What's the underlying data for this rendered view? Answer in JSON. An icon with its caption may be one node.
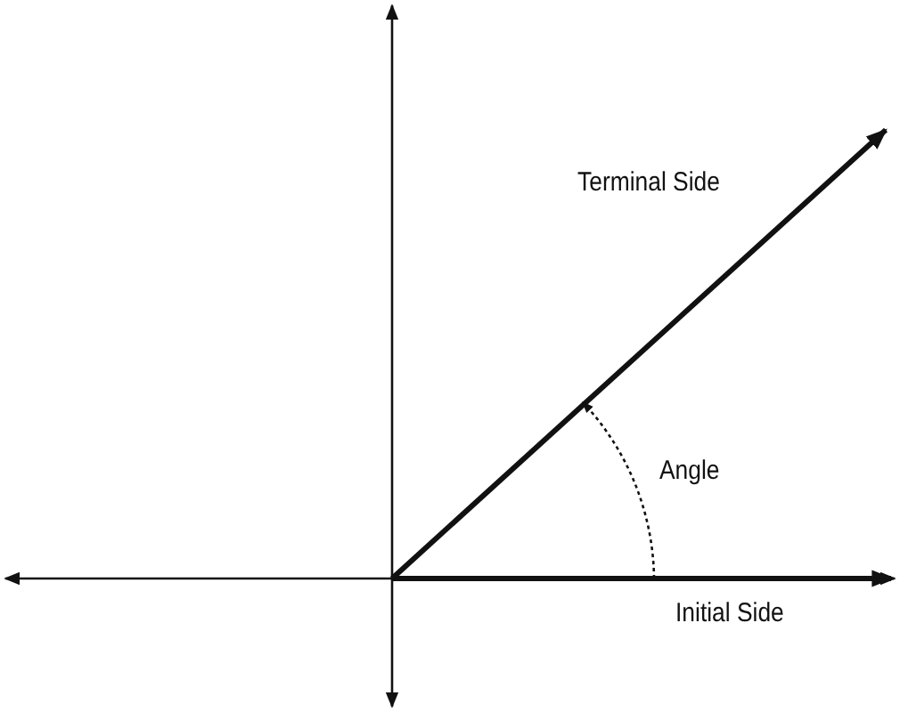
{
  "diagram": {
    "labels": [
      "Terminal Side",
      "Angle",
      "Initial Side"
    ]
  }
}
